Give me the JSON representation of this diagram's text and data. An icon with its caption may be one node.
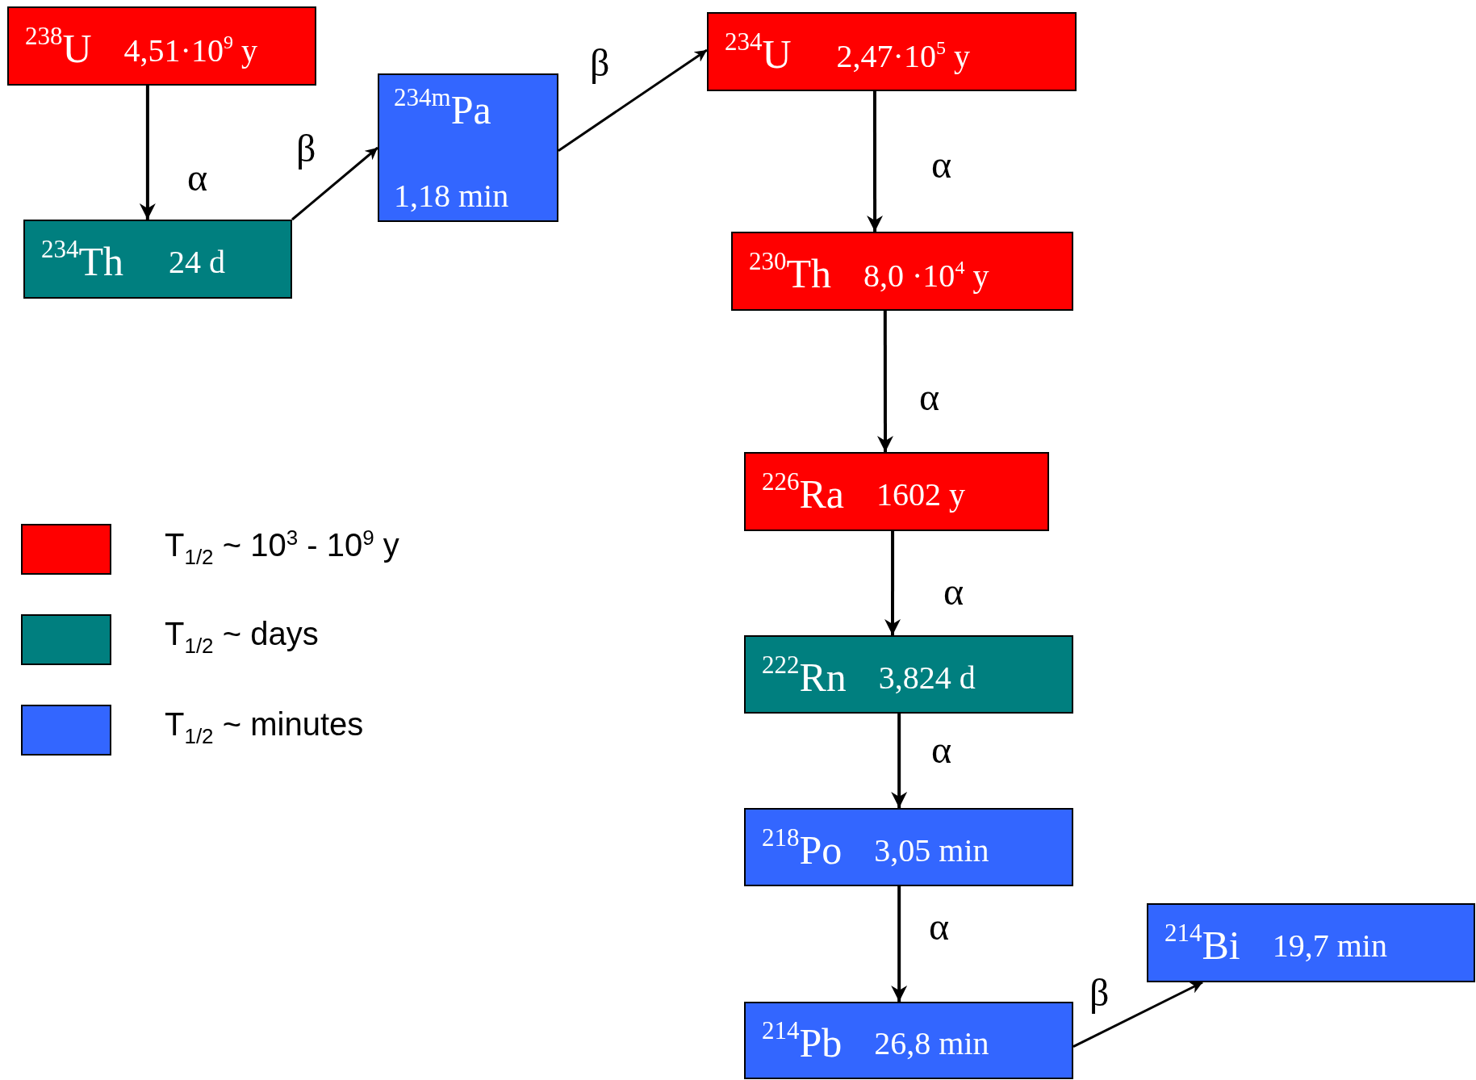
{
  "diagram": {
    "nodes": [
      {
        "text": [
          "$^{238}$U",
          "4,51·10$^{9}$ y"
        ]
      },
      {
        "text": [
          "$^{234}$Th",
          "24 d"
        ]
      },
      {
        "text": [
          "$^{234m}$Pa",
          "1,18 min"
        ]
      },
      {
        "text": [
          "$^{234}$U",
          "2,47·10$^{5}$ y"
        ]
      },
      {
        "text": [
          "$^{230}$Th",
          "8,0 ·10$^{4}$ y"
        ]
      },
      {
        "text": [
          "$^{226}$Ra",
          "1602 y"
        ]
      },
      {
        "text": [
          "$^{222}$Rn",
          "3,824 d"
        ]
      },
      {
        "text": [
          "$^{218}$Po",
          "3,05 min"
        ]
      },
      {
        "text": [
          "$^{214}$Bi",
          "19,7 min"
        ]
      },
      {
        "text": [
          "$^{214}$Pb",
          "26,8 min"
        ]
      }
    ],
    "edges": [
      {
        "from": 0,
        "to": 1,
        "arrow": "to",
        "label": "α"
      },
      {
        "from": 1,
        "to": 2,
        "arrow": "to",
        "label": "β"
      },
      {
        "from": 2,
        "to": 3,
        "arrow": "to",
        "label": "β"
      },
      {
        "from": 3,
        "to": 4,
        "arrow": "to",
        "label": "α"
      },
      {
        "from": 4,
        "to": 5,
        "arrow": "to",
        "label": "α"
      },
      {
        "from": 5,
        "to": 6,
        "arrow": "to",
        "label": "α"
      },
      {
        "from": 6,
        "to": 7,
        "arrow": "to",
        "label": "α"
      },
      {
        "from": 7,
        "to": 9,
        "arrow": "to",
        "label": "α"
      },
      {
        "from": 9,
        "to": 8,
        "arrow": "to",
        "label": "β"
      }
    ],
    "legend": [
      {
        "text": "T$_{1/2}$ ~ 10$^{3}$ - 10$^{9}$ y",
        "color": "#ff0000"
      },
      {
        "text": "T$_{1/2}$ ~ days",
        "color": "#007f7f"
      },
      {
        "text": "T$_{1/2}$ ~ minutes",
        "color": "#3366ff"
      }
    ]
  }
}
